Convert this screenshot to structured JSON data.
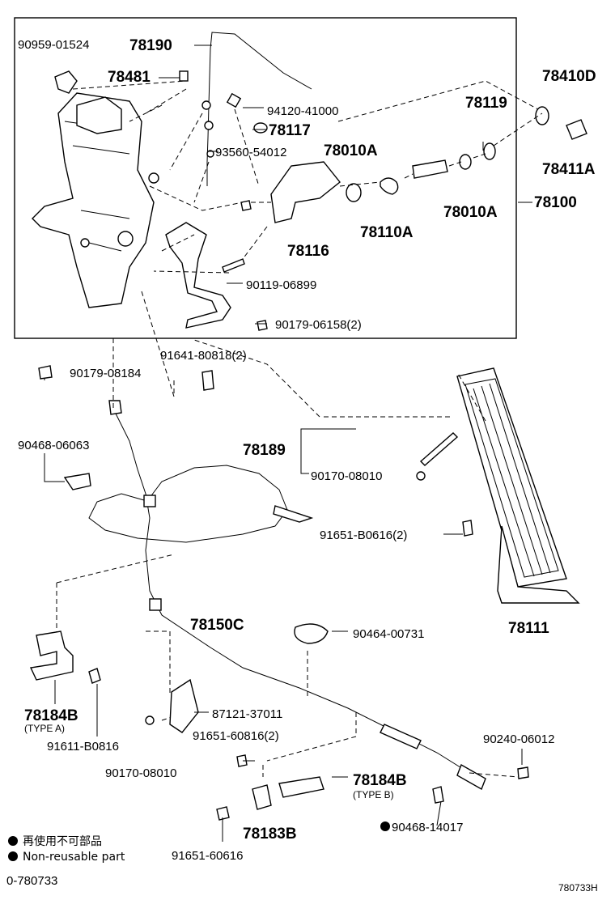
{
  "labels": {
    "p90959": "90959-01524",
    "p78190": "78190",
    "p78481": "78481",
    "p94120": "94120-41000",
    "p78117": "78117",
    "p93560": "93560-54012",
    "p78010a1": "78010A",
    "p78116": "78116",
    "p78110a": "78110A",
    "p78119": "78119",
    "p78410d": "78410D",
    "p78411a": "78411A",
    "p78010a2": "78010A",
    "p78100": "78100",
    "p90119": "90119-06899",
    "p90179a": "90179-06158(2)",
    "p91641": "91641-80818(2)",
    "p90179b": "90179-08184",
    "p90468a": "90468-06063",
    "p78189": "78189",
    "p90170a": "90170-08010",
    "p91651a": "91651-B0616(2)",
    "p78111": "78111",
    "p78150c": "78150C",
    "p90464": "90464-00731",
    "p78184b1": "78184B",
    "typeA": "(TYPE A)",
    "p91611": "91611-B0816",
    "p87121": "87121-37011",
    "p91651b": "91651-60816(2)",
    "p90170b": "90170-08010",
    "p90240": "90240-06012",
    "p78184b2": "78184B",
    "typeB": "(TYPE B)",
    "p78183b": "78183B",
    "p90468b": "90468-14017",
    "p91651c": "91651-60616"
  },
  "legend": {
    "jp": "再使用不可部品",
    "en": "Non-reusable part"
  },
  "footer": {
    "left": "0-780733",
    "right": "780733H"
  }
}
